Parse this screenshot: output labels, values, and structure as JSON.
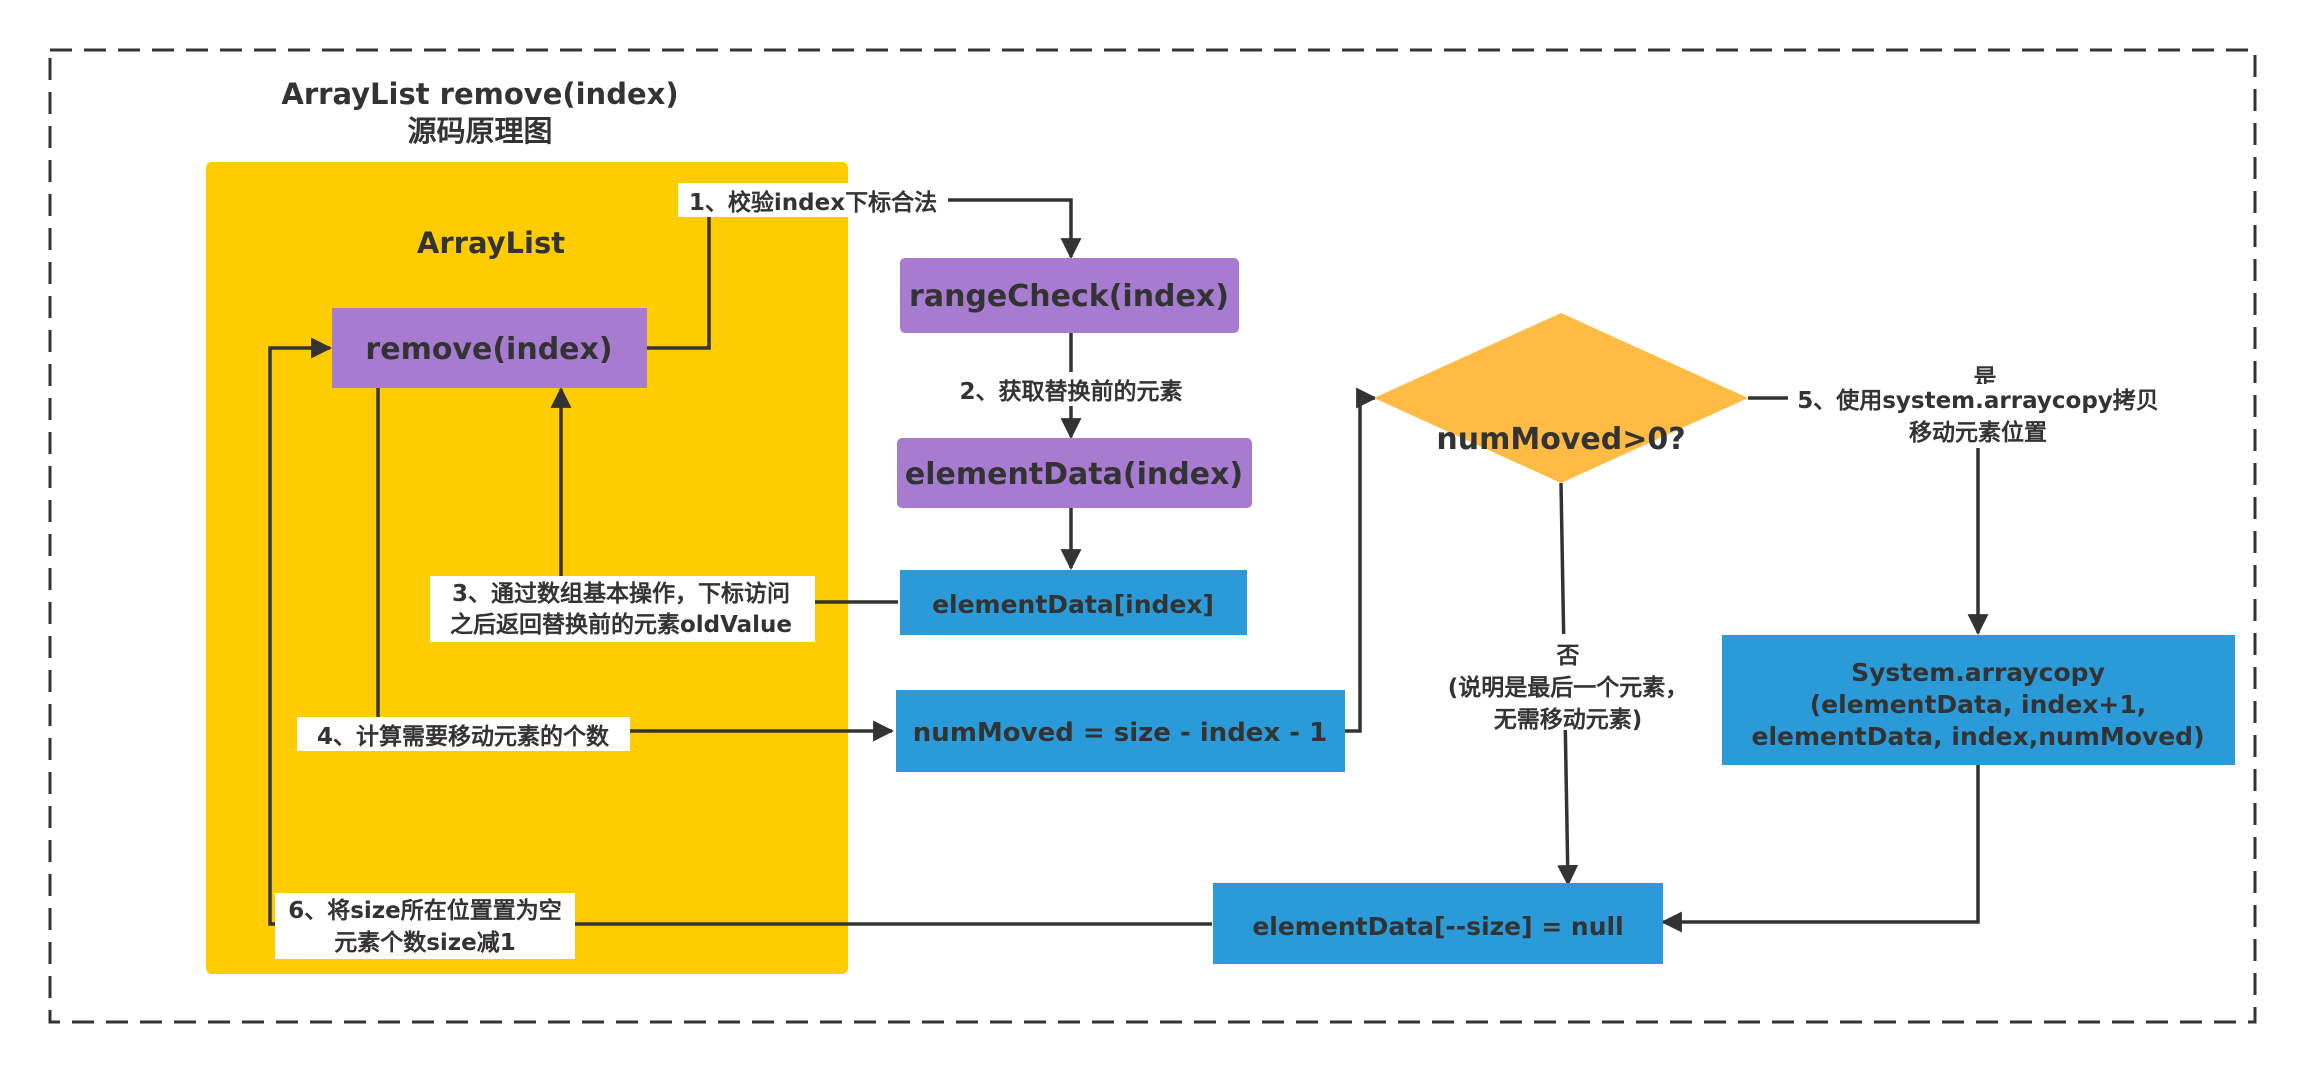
{
  "title": {
    "line1": "ArrayList remove(index)",
    "line2": "源码原理图"
  },
  "container": {
    "label": "ArrayList"
  },
  "nodes": {
    "remove": "remove(index)",
    "range_check": "rangeCheck(index)",
    "element_data_call": "elementData(index)",
    "element_data_index": "elementData[index]",
    "num_moved_calc": "numMoved = size - index - 1",
    "decision": "numMoved>0?",
    "arraycopy": {
      "line1": "System.arraycopy",
      "line2": "(elementData, index+1,",
      "line3": "elementData, index,numMoved)"
    },
    "null_assign": "elementData[--size] = null"
  },
  "steps": {
    "step1": "1、校验index下标合法",
    "step2": "2、获取替换前的元素",
    "step3": {
      "line1": "3、通过数组基本操作，下标访问",
      "line2": "之后返回替换前的元素oldValue"
    },
    "step4": "4、计算需要移动元素的个数",
    "step5": {
      "yes": "是",
      "line1": "5、使用system.arraycopy拷贝",
      "line2": "移动元素位置"
    },
    "step6": {
      "line1": "6、将size所在位置置为空",
      "line2": "元素个数size减1"
    },
    "no_branch": {
      "line1": "否",
      "line2": "(说明是最后一个元素，",
      "line3": "无需移动元素)"
    }
  },
  "colors": {
    "container": "#ffcc00",
    "purple": "#a67bd0",
    "blue": "#2b9ad8",
    "diamond": "#ffbb44",
    "line": "#333333",
    "text_dark": "#333333",
    "text_light": "#ffffff"
  }
}
